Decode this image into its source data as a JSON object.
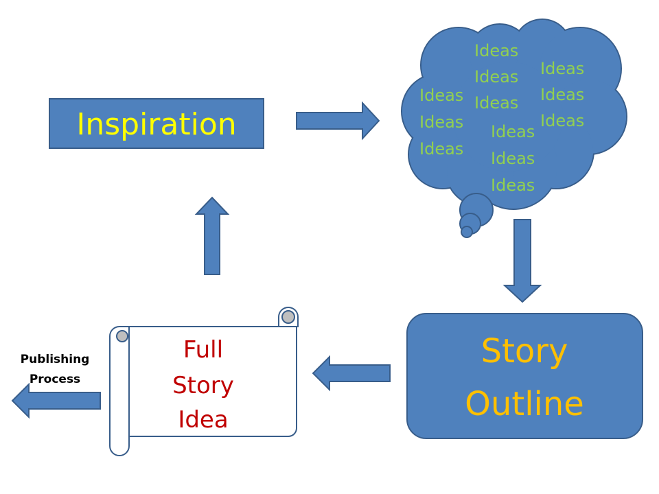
{
  "colors": {
    "shape_fill": "#4f81bd",
    "shape_stroke": "#385d8a",
    "inspiration_text": "#ffff00",
    "ideas_text": "#92d050",
    "outline_text": "#ffc000",
    "scroll_text": "#c00000",
    "scroll_fill": "#ffffff",
    "scroll_curl": "#bfbfbf",
    "publishing_text": "#000000"
  },
  "inspiration": {
    "label": "Inspiration"
  },
  "cloud": {
    "ideas": [
      "Ideas",
      "Ideas",
      "Ideas",
      "Ideas",
      "Ideas",
      "Ideas",
      "Ideas",
      "Ideas",
      "Ideas",
      "Ideas",
      "Ideas",
      "Ideas"
    ]
  },
  "story_outline": {
    "line1": "Story",
    "line2": "Outline"
  },
  "scroll": {
    "line1": "Full",
    "line2": "Story",
    "line3": "Idea"
  },
  "publishing": {
    "line1": "Publishing",
    "line2": "Process"
  }
}
